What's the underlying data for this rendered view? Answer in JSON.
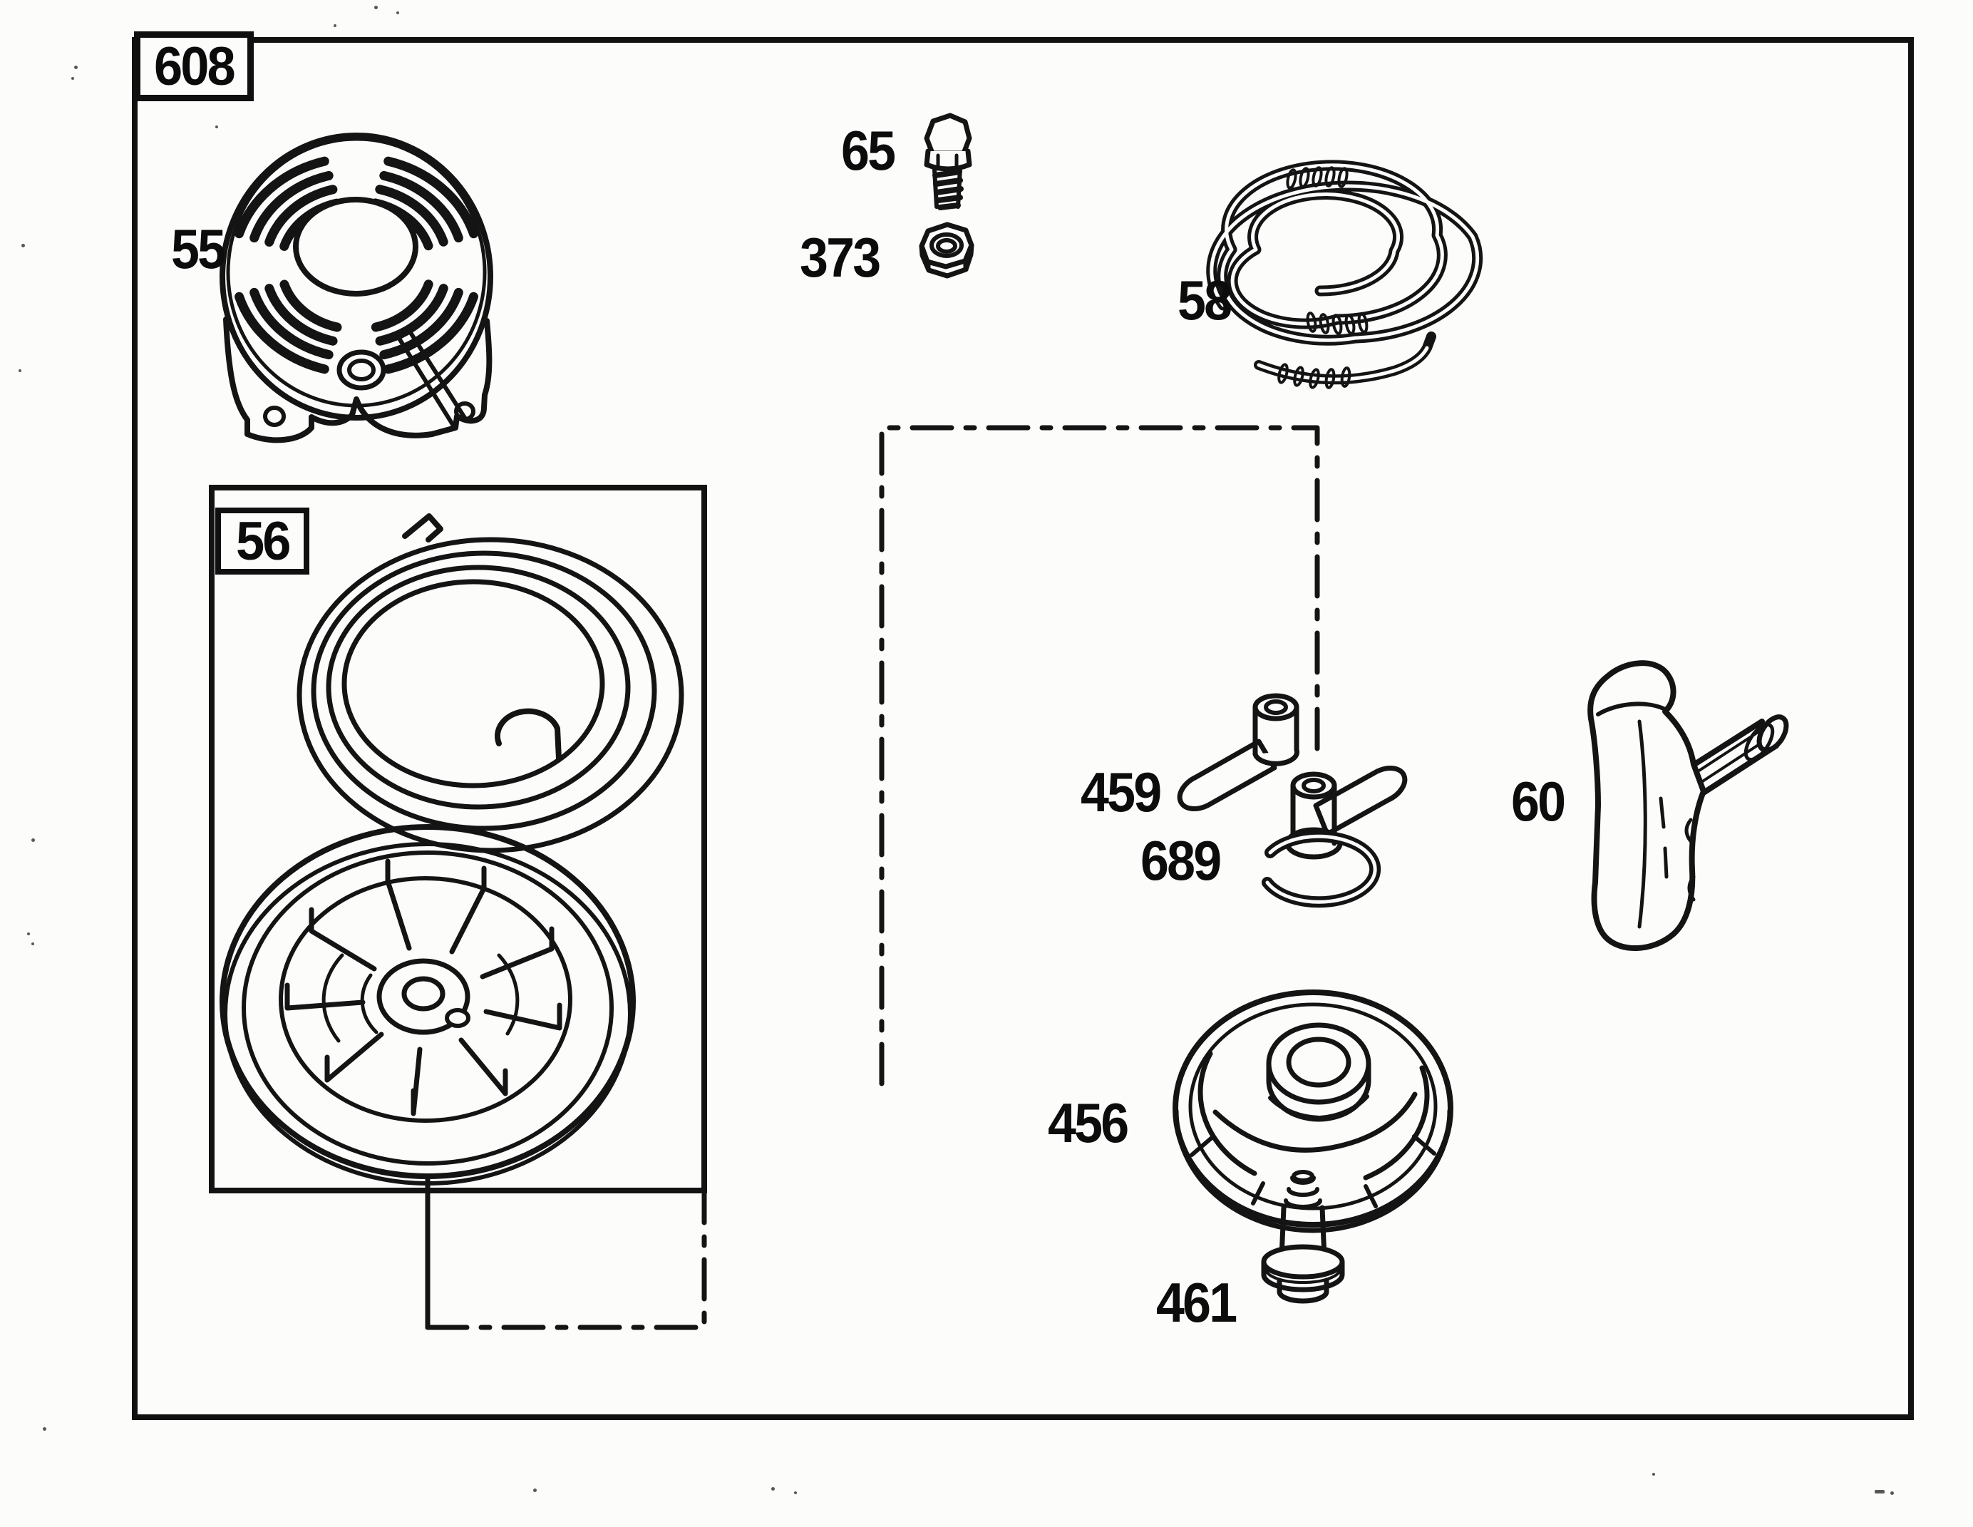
{
  "labels": {
    "figure": "608",
    "sub_assembly": "56",
    "parts": {
      "housing": "55",
      "bolt": "65",
      "nut": "373",
      "spring": "58",
      "dogs": "459",
      "grip": "60",
      "ring": "689",
      "clutch": "456",
      "screw": "461"
    }
  },
  "style": {
    "ink_color": "#141414",
    "paper_color": "#fcfcfb"
  }
}
